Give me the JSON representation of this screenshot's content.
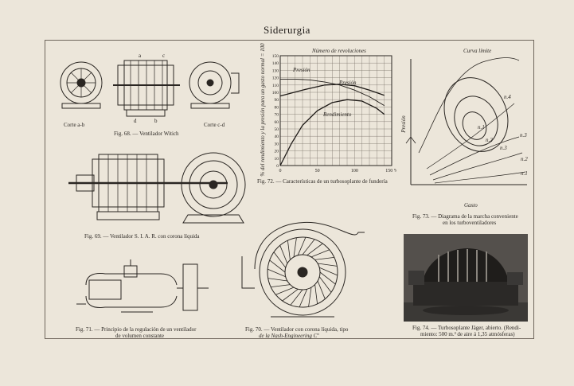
{
  "page": {
    "title": "Siderurgia"
  },
  "figures": {
    "fig68": {
      "caption": "Fig. 68. — Ventilador Witich",
      "label_left": "Corte a-b",
      "label_right": "Corte c-d"
    },
    "fig69": {
      "caption": "Fig. 69. — Ventilador S. I. A. R. con corona líquida"
    },
    "fig70": {
      "caption_line1": "Fig. 70. — Ventilador con corona líquida, tipo",
      "caption_line2": "de la Nash-Engineering Cº"
    },
    "fig71": {
      "caption_line1": "Fig. 71. — Principio de la regulación de un ventilador",
      "caption_line2": "de volumen constante"
    },
    "fig72": {
      "caption": "Fig. 72. — Características de un turbosoplante de fundería",
      "top_label": "Número de revoluciones",
      "y_label": "% del rendimiento y la presión para un gasto normal = 100",
      "curve_labels": [
        "Presión",
        "Presión",
        "Rendimiento"
      ]
    },
    "fig73": {
      "caption_line1": "Fig. 73. — Diagrama de la marcha conveniente",
      "caption_line2": "en los turboventiladores",
      "top_label": "Curva límite",
      "x_label": "Gasto",
      "y_label": "Presión",
      "curve_labels": [
        "n.4",
        "n.3",
        "n.2",
        "n.1",
        "n.2",
        "n.3",
        "n.1"
      ]
    },
    "fig74": {
      "caption_line1": "Fig. 74. — Turbosoplante Jäger, abierto. (Rendi-",
      "caption_line2": "miento: 500 m.³ de aire á 1,35 atmósferas)"
    }
  },
  "chart_data": {
    "type": "line",
    "title": "Número de revoluciones",
    "xlabel": "",
    "ylabel": "% del rendimiento y la presión para un gasto normal = 100",
    "x_ticks": [
      "0",
      "50",
      "100",
      "150 %"
    ],
    "y_ticks": [
      "0",
      "10",
      "20",
      "30",
      "40",
      "50",
      "60",
      "70",
      "80",
      "90",
      "100",
      "110",
      "120",
      "130",
      "140",
      "150"
    ],
    "xlim": [
      0,
      150
    ],
    "ylim": [
      0,
      150
    ],
    "grid": true,
    "series": [
      {
        "name": "Presión",
        "x": [
          0,
          20,
          40,
          60,
          80,
          100,
          120,
          140
        ],
        "y": [
          118,
          118,
          117,
          114,
          110,
          103,
          94,
          82
        ]
      },
      {
        "name": "Presión",
        "x": [
          0,
          30,
          60,
          80,
          100,
          120,
          140
        ],
        "y": [
          95,
          103,
          110,
          111,
          109,
          103,
          96
        ]
      },
      {
        "name": "Rendimiento",
        "x": [
          0,
          15,
          30,
          50,
          70,
          90,
          110,
          130,
          140
        ],
        "y": [
          0,
          30,
          55,
          75,
          86,
          90,
          88,
          78,
          70
        ]
      }
    ]
  },
  "colors": {
    "paper": "#ece6da",
    "ink": "#2a2622",
    "frame": "#6f665c",
    "photo": "#4a4744"
  }
}
